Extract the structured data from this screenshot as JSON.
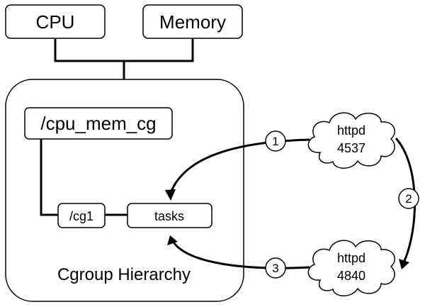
{
  "resources": {
    "cpu": "CPU",
    "memory": "Memory"
  },
  "hierarchy": {
    "title": "Cgroup Hierarchy",
    "root": "/cpu_mem_cg",
    "child": "/cg1",
    "tasks": "tasks"
  },
  "processes": [
    {
      "name": "httpd",
      "pid": "4537"
    },
    {
      "name": "httpd",
      "pid": "4840"
    }
  ],
  "steps": [
    "1",
    "2",
    "3"
  ]
}
